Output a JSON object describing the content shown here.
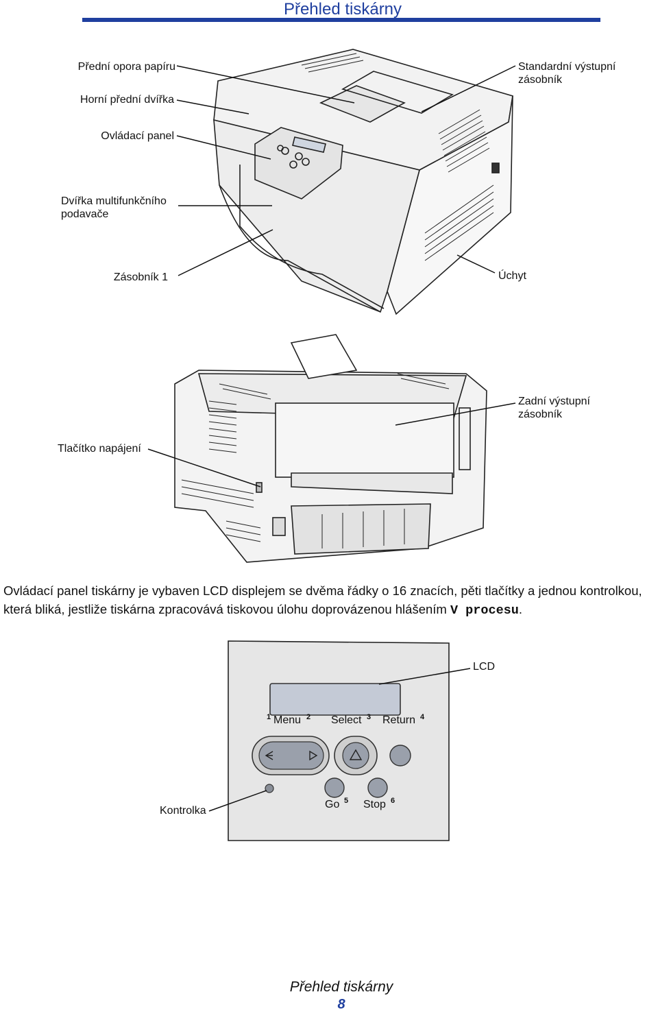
{
  "header": {
    "title": "Přehled tiskárny"
  },
  "front_view": {
    "labels": {
      "front_paper_support": "Přední opora papíru",
      "upper_front_door": "Horní přední dvířka",
      "control_panel": "Ovládací panel",
      "mp_feeder_door_line1": "Dvířka multifunkčního",
      "mp_feeder_door_line2": "podavače",
      "tray1": "Zásobník 1",
      "std_output_line1": "Standardní výstupní",
      "std_output_line2": "zásobník",
      "handhold": "Úchyt"
    }
  },
  "rear_view": {
    "labels": {
      "rear_output_line1": "Zadní výstupní",
      "rear_output_line2": "zásobník",
      "power_switch": "Tlačítko napájení"
    }
  },
  "description": {
    "text": "Ovládací panel tiskárny je vybaven LCD displejem se dvěma řádky o 16 znacích, pěti tlačítky a jednou kontrolkou, která bliká, jestliže tiskárna zpracovává tiskovou úlohu doprovázenou hlášením ",
    "message": "V procesu",
    "suffix": "."
  },
  "control_panel": {
    "lcd_label": "LCD",
    "indicator_label": "Kontrolka",
    "buttons": [
      {
        "label": "Menu",
        "num": "1",
        "num2": "2"
      },
      {
        "label": "Select",
        "num": "3"
      },
      {
        "label": "Return",
        "num": "4"
      },
      {
        "label": "Go",
        "num": "5"
      },
      {
        "label": "Stop",
        "num": "6"
      }
    ]
  },
  "footer": {
    "title": "Přehled tiskárny",
    "page": "8"
  }
}
